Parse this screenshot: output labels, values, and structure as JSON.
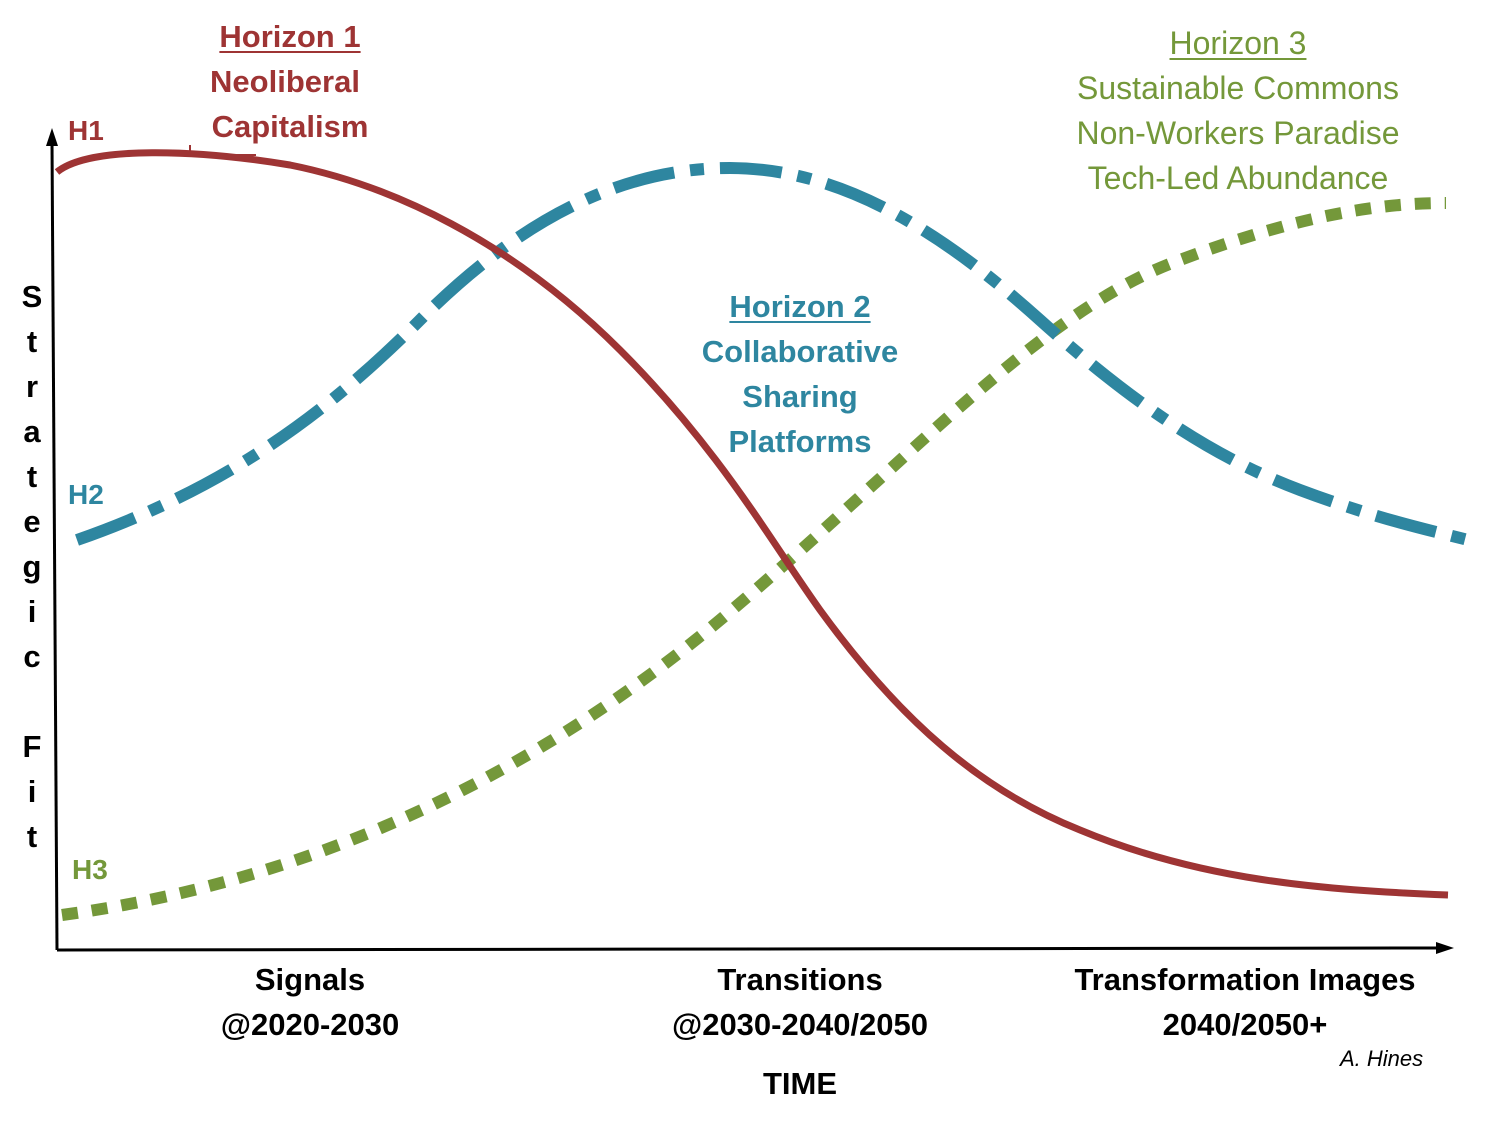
{
  "horizon1": {
    "heading": "Horizon 1",
    "lines": [
      "Neoliberal",
      "Capitalism"
    ],
    "tag": "H1",
    "color": "#9e3434"
  },
  "horizon2": {
    "heading": "Horizon 2",
    "lines": [
      "Collaborative",
      "Sharing",
      "Platforms"
    ],
    "tag": "H2",
    "color": "#2e86a0"
  },
  "horizon3": {
    "heading": "Horizon 3",
    "lines": [
      "Sustainable Commons",
      "Non-Workers Paradise",
      "Tech-Led Abundance"
    ],
    "tag": "H3",
    "color": "#74983a"
  },
  "y_axis_letters": [
    "S",
    "t",
    "r",
    "a",
    "t",
    "e",
    "g",
    "i",
    "c",
    "",
    "F",
    "i",
    "t"
  ],
  "x_axis": {
    "stages": [
      {
        "title": "Signals",
        "period": "@2020-2030"
      },
      {
        "title": "Transitions",
        "period": "@2030-2040/2050"
      },
      {
        "title": "Transformation Images",
        "period": "2040/2050+"
      }
    ],
    "label": "TIME"
  },
  "credit": "A. Hines"
}
